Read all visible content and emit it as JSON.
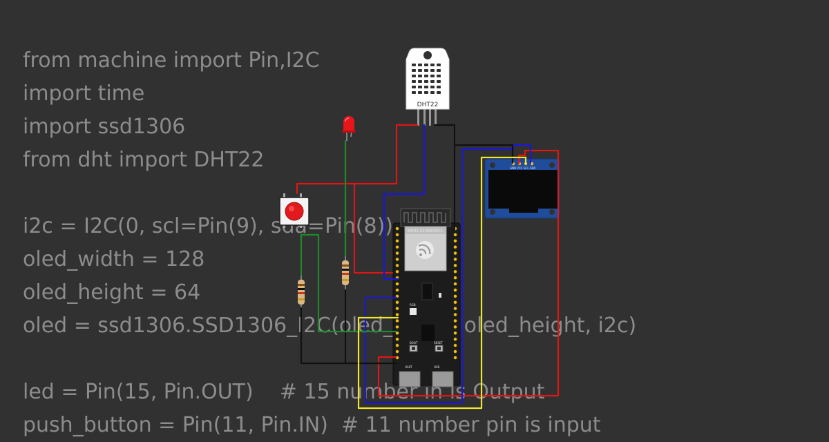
{
  "code_lines": [
    "from machine import Pin,I2C",
    "import time",
    "import ssd1306",
    "from dht import DHT22",
    "",
    "i2c = I2C(0, scl=Pin(9), sda=Pin(8))",
    "oled_width = 128",
    "oled_height = 64",
    "oled = ssd1306.SSD1306_I2C(oled_width, oled_height, i2c)",
    "",
    "led = Pin(15, Pin.OUT)    # 15 number in is Output",
    "push_button = Pin(11, Pin.IN)  # 11 number pin is input"
  ],
  "dht": {
    "label": "DHT22"
  },
  "board": {
    "module_label": "ESP32-S3-WROOM-1",
    "boot_label": "BOOT",
    "reset_label": "RESET",
    "uart_label": "UART",
    "usb_label": "USB",
    "rgb_label": "RGB"
  },
  "oled": {
    "pin_labels": [
      "GND",
      "VCC",
      "SCL",
      "SDA"
    ]
  },
  "colors": {
    "background": "#313131",
    "code_text": "#8c8c8c",
    "wire_red": "#e01515",
    "wire_blue": "#1a18d6",
    "wire_black": "#111111",
    "wire_green": "#1e8a2a",
    "wire_yellow": "#f2e82a"
  }
}
